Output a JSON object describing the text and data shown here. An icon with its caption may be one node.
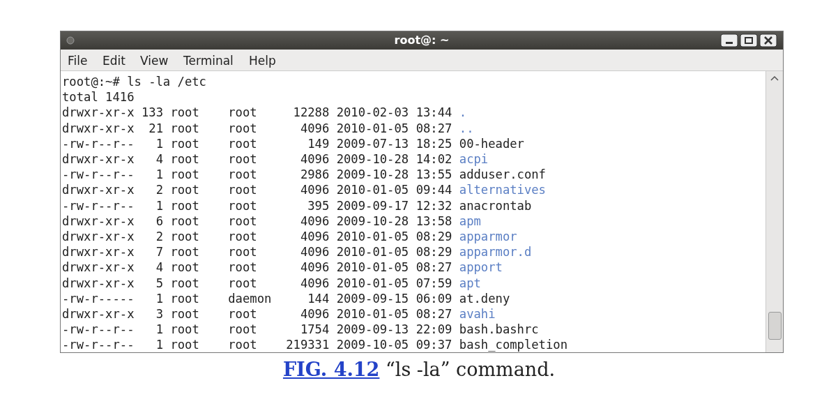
{
  "diagram": {
    "title": "root@: ~",
    "caption": "**FIG. 4.12** “ls -la” command.",
    "labels": [
      "File",
      "Edit",
      "View",
      "Terminal",
      "Help",
      "root@:~# ls -la /etc",
      "total 1416",
      "drwxr-xr-x",
      "133",
      "root",
      "root",
      "12288",
      "2010-02-03",
      "13:44",
      ".",
      "drwxr-xr-x",
      "21",
      "root",
      "root",
      "4096",
      "2010-01-05",
      "08:27",
      "..",
      "-rw-r--r--",
      "1",
      "root",
      "root",
      "149",
      "2009-07-13",
      "18:25",
      "00-header",
      "drwxr-xr-x",
      "4",
      "root",
      "root",
      "4096",
      "2009-10-28",
      "14:02",
      "acpi",
      "-rw-r--r--",
      "1",
      "root",
      "root",
      "2986",
      "2009-10-28",
      "13:55",
      "adduser.conf",
      "drwxr-xr-x",
      "2",
      "root",
      "root",
      "4096",
      "2010-01-05",
      "09:44",
      "alternatives",
      "-rw-r--r--",
      "1",
      "root",
      "root",
      "395",
      "2009-09-17",
      "12:32",
      "anacrontab",
      "drwxr-xr-x",
      "6",
      "root",
      "root",
      "4096",
      "2009-10-28",
      "13:58",
      "apm",
      "drwxr-xr-x",
      "2",
      "root",
      "root",
      "4096",
      "2010-01-05",
      "08:29",
      "apparmor",
      "drwxr-xr-x",
      "7",
      "root",
      "root",
      "4096",
      "2010-01-05",
      "08:29",
      "apparmor.d",
      "drwxr-xr-x",
      "4",
      "root",
      "root",
      "4096",
      "2010-01-05",
      "08:27",
      "apport",
      "drwxr-xr-x",
      "5",
      "root",
      "root",
      "4096",
      "2010-01-05",
      "07:59",
      "apt",
      "-rw-r-----",
      "1",
      "root",
      "daemon",
      "144",
      "2009-09-15",
      "06:09",
      "at.deny",
      "drwxr-xr-x",
      "3",
      "root",
      "root",
      "4096",
      "2010-01-05",
      "08:27",
      "avahi",
      "-rw-r--r--",
      "1",
      "root",
      "root",
      "1754",
      "2009-09-13",
      "22:09",
      "bash.bashrc",
      "-rw-r--r--",
      "1",
      "root",
      "root",
      "219331",
      "2009-10-05",
      "09:37",
      "bash_completion"
    ]
  }
}
